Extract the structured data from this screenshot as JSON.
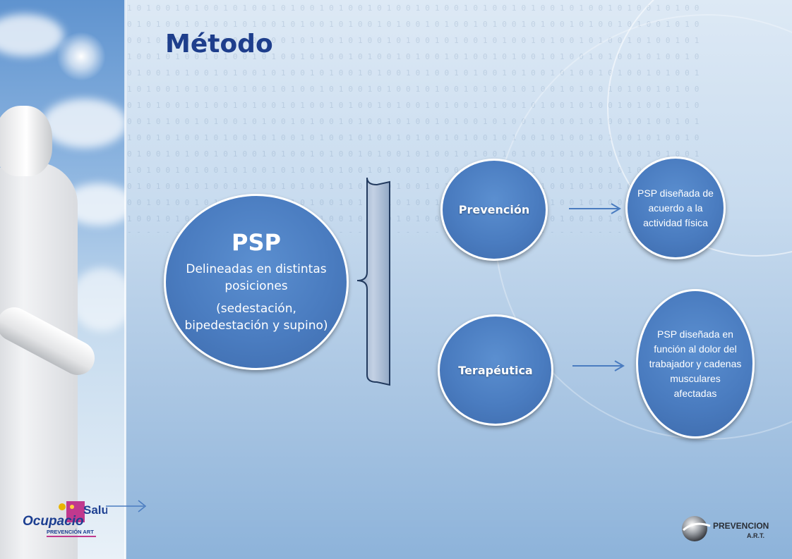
{
  "title": "Método",
  "psp_main": {
    "heading": "PSP",
    "line1": "Delineadas en distintas posiciones",
    "line2": "(sedestación, bipedestación y supino)"
  },
  "nodes": {
    "prevencion": "Prevención",
    "terapeutica": "Terapéutica"
  },
  "outcomes": {
    "prevencion": "PSP diseñada de acuerdo a la actividad física",
    "terapeutica": "PSP diseñada en función al dolor del trabajador y cadenas musculares afectadas"
  },
  "logos": {
    "left_brand_a": "Ocupacio",
    "left_brand_b": "Salud",
    "left_sub": "PREVENCIÓN ART",
    "right_brand": "PREVENCION",
    "right_sub": "A.R.T."
  },
  "colors": {
    "title": "#1e3e8c",
    "circle_fill": "#4a7cc0",
    "circle_border": "#ffffff",
    "arrow": "#4a7cc0"
  }
}
